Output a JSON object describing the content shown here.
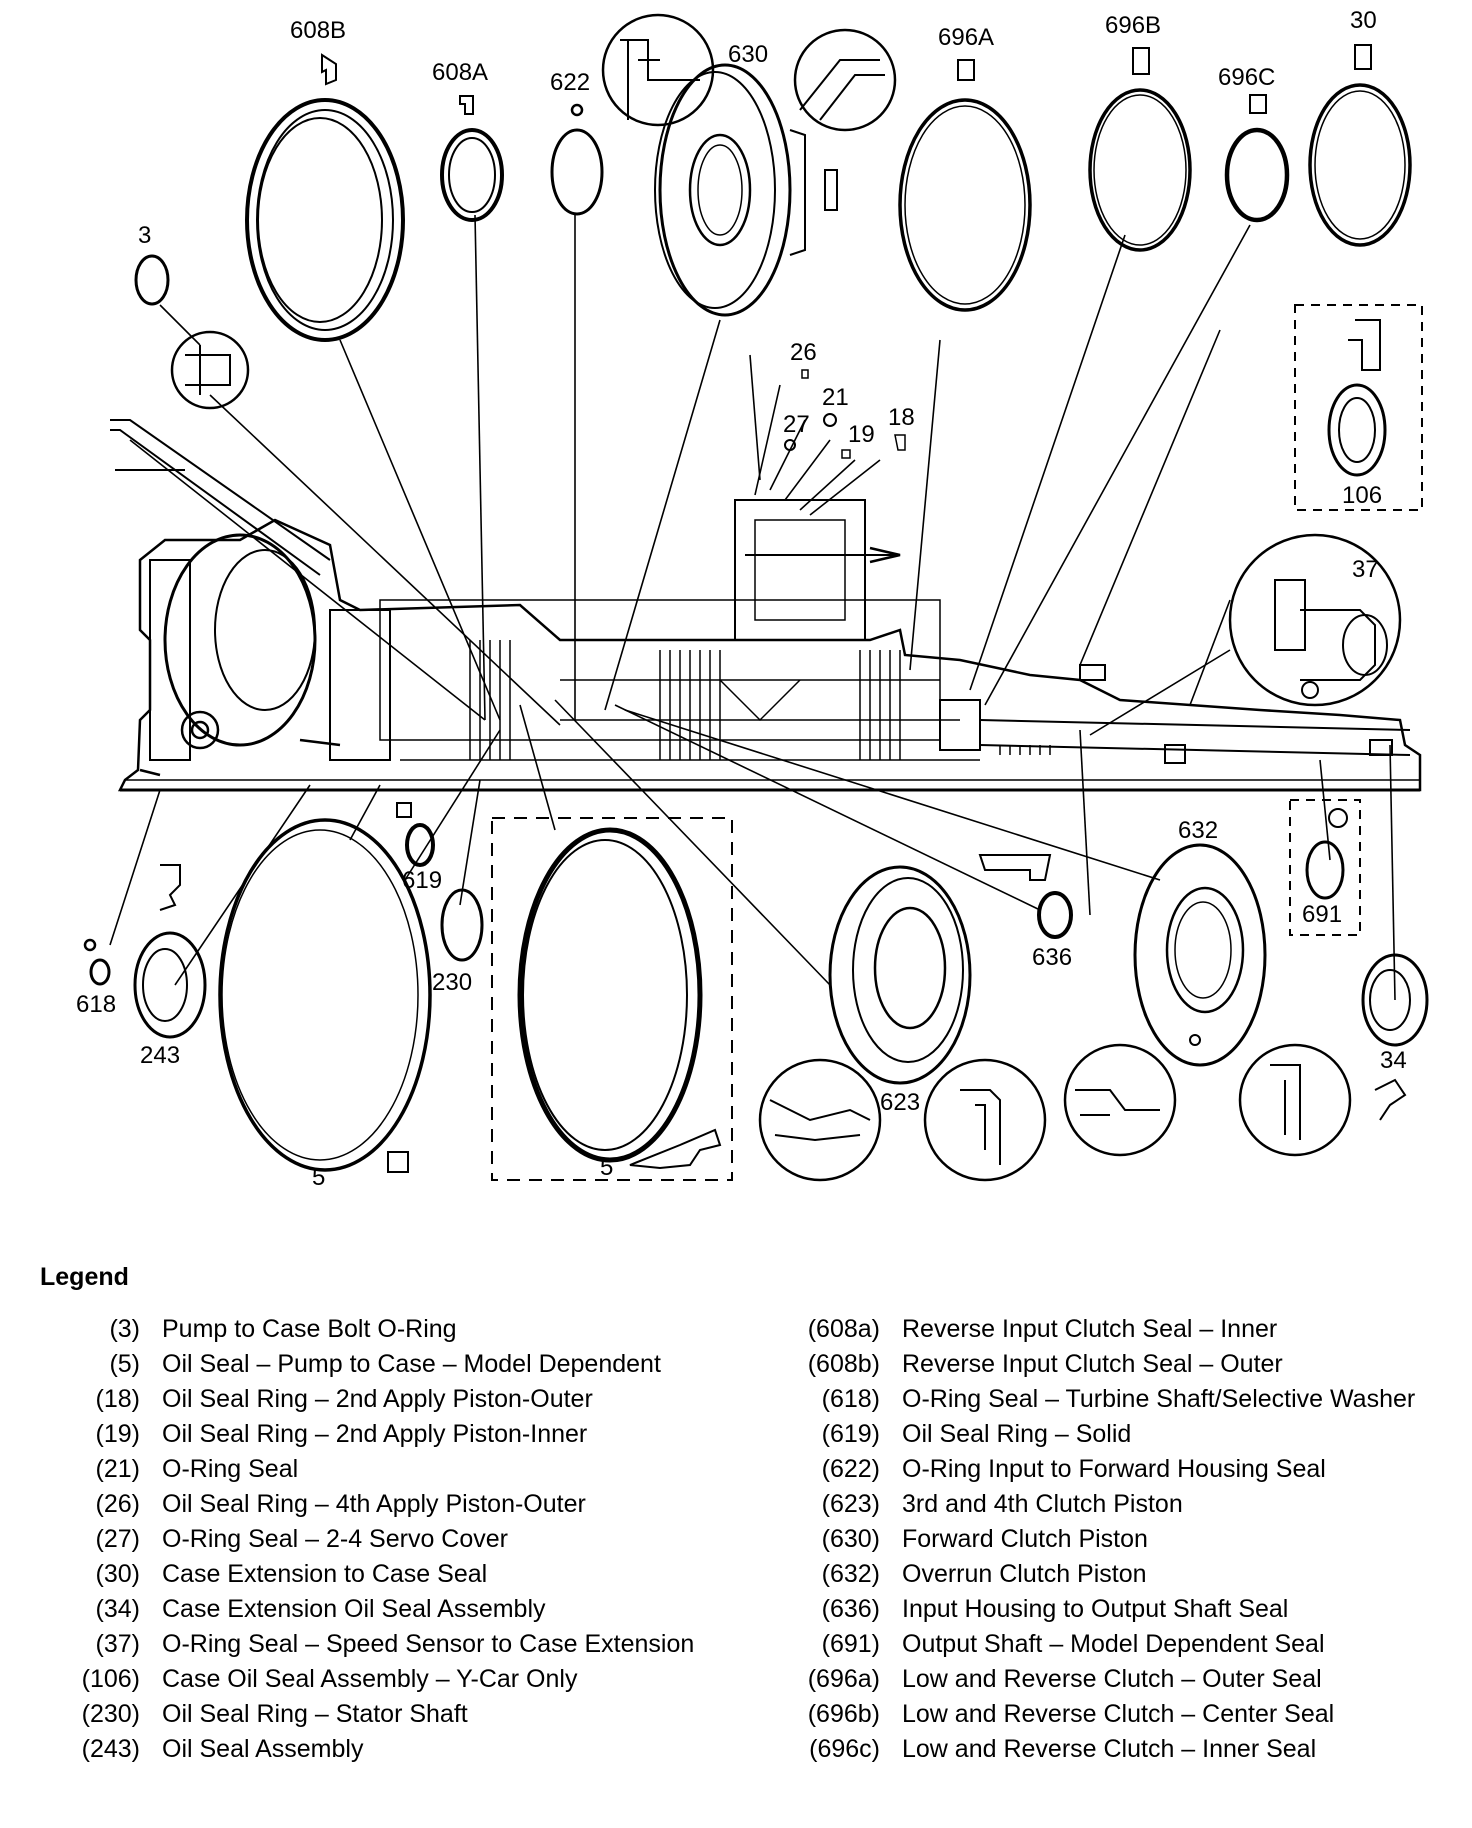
{
  "diagram": {
    "callouts": [
      "608B",
      "608A",
      "622",
      "630",
      "696A",
      "696B",
      "696C",
      "30",
      "3",
      "26",
      "21",
      "27",
      "19",
      "18",
      "106",
      "37",
      "632",
      "619",
      "230",
      "618",
      "243",
      "636",
      "691",
      "623",
      "34",
      "5",
      "5"
    ]
  },
  "legend": {
    "title": "Legend",
    "left": [
      {
        "num": "(3)",
        "desc": "Pump to Case Bolt O-Ring"
      },
      {
        "num": "(5)",
        "desc": "Oil Seal – Pump to Case – Model Dependent"
      },
      {
        "num": "(18)",
        "desc": "Oil Seal Ring – 2nd Apply Piston-Outer"
      },
      {
        "num": "(19)",
        "desc": "Oil Seal Ring – 2nd Apply Piston-Inner"
      },
      {
        "num": "(21)",
        "desc": "O-Ring Seal"
      },
      {
        "num": "(26)",
        "desc": "Oil Seal Ring – 4th Apply Piston-Outer"
      },
      {
        "num": "(27)",
        "desc": "O-Ring Seal – 2-4 Servo Cover"
      },
      {
        "num": "(30)",
        "desc": "Case Extension to Case Seal"
      },
      {
        "num": "(34)",
        "desc": "Case Extension Oil Seal Assembly"
      },
      {
        "num": "(37)",
        "desc": "O-Ring Seal – Speed Sensor to Case Extension"
      },
      {
        "num": "(106)",
        "desc": "Case Oil Seal Assembly – Y-Car Only"
      },
      {
        "num": "(230)",
        "desc": "Oil Seal Ring – Stator Shaft"
      },
      {
        "num": "(243)",
        "desc": "Oil Seal Assembly"
      }
    ],
    "right": [
      {
        "num": "(608a)",
        "desc": "Reverse Input Clutch Seal – Inner"
      },
      {
        "num": "(608b)",
        "desc": "Reverse Input Clutch Seal – Outer"
      },
      {
        "num": "(618)",
        "desc": "O-Ring Seal – Turbine Shaft/Selective Washer"
      },
      {
        "num": "(619)",
        "desc": "Oil Seal Ring – Solid"
      },
      {
        "num": "(622)",
        "desc": "O-Ring Input to Forward Housing Seal"
      },
      {
        "num": "(623)",
        "desc": "3rd and 4th Clutch Piston"
      },
      {
        "num": "(630)",
        "desc": "Forward Clutch Piston"
      },
      {
        "num": "(632)",
        "desc": "Overrun Clutch Piston"
      },
      {
        "num": "(636)",
        "desc": "Input Housing to Output Shaft Seal"
      },
      {
        "num": "(691)",
        "desc": "Output Shaft – Model Dependent Seal"
      },
      {
        "num": "(696a)",
        "desc": "Low and Reverse Clutch – Outer Seal"
      },
      {
        "num": "(696b)",
        "desc": "Low and Reverse Clutch – Center Seal"
      },
      {
        "num": "(696c)",
        "desc": "Low and Reverse Clutch – Inner Seal"
      }
    ]
  }
}
